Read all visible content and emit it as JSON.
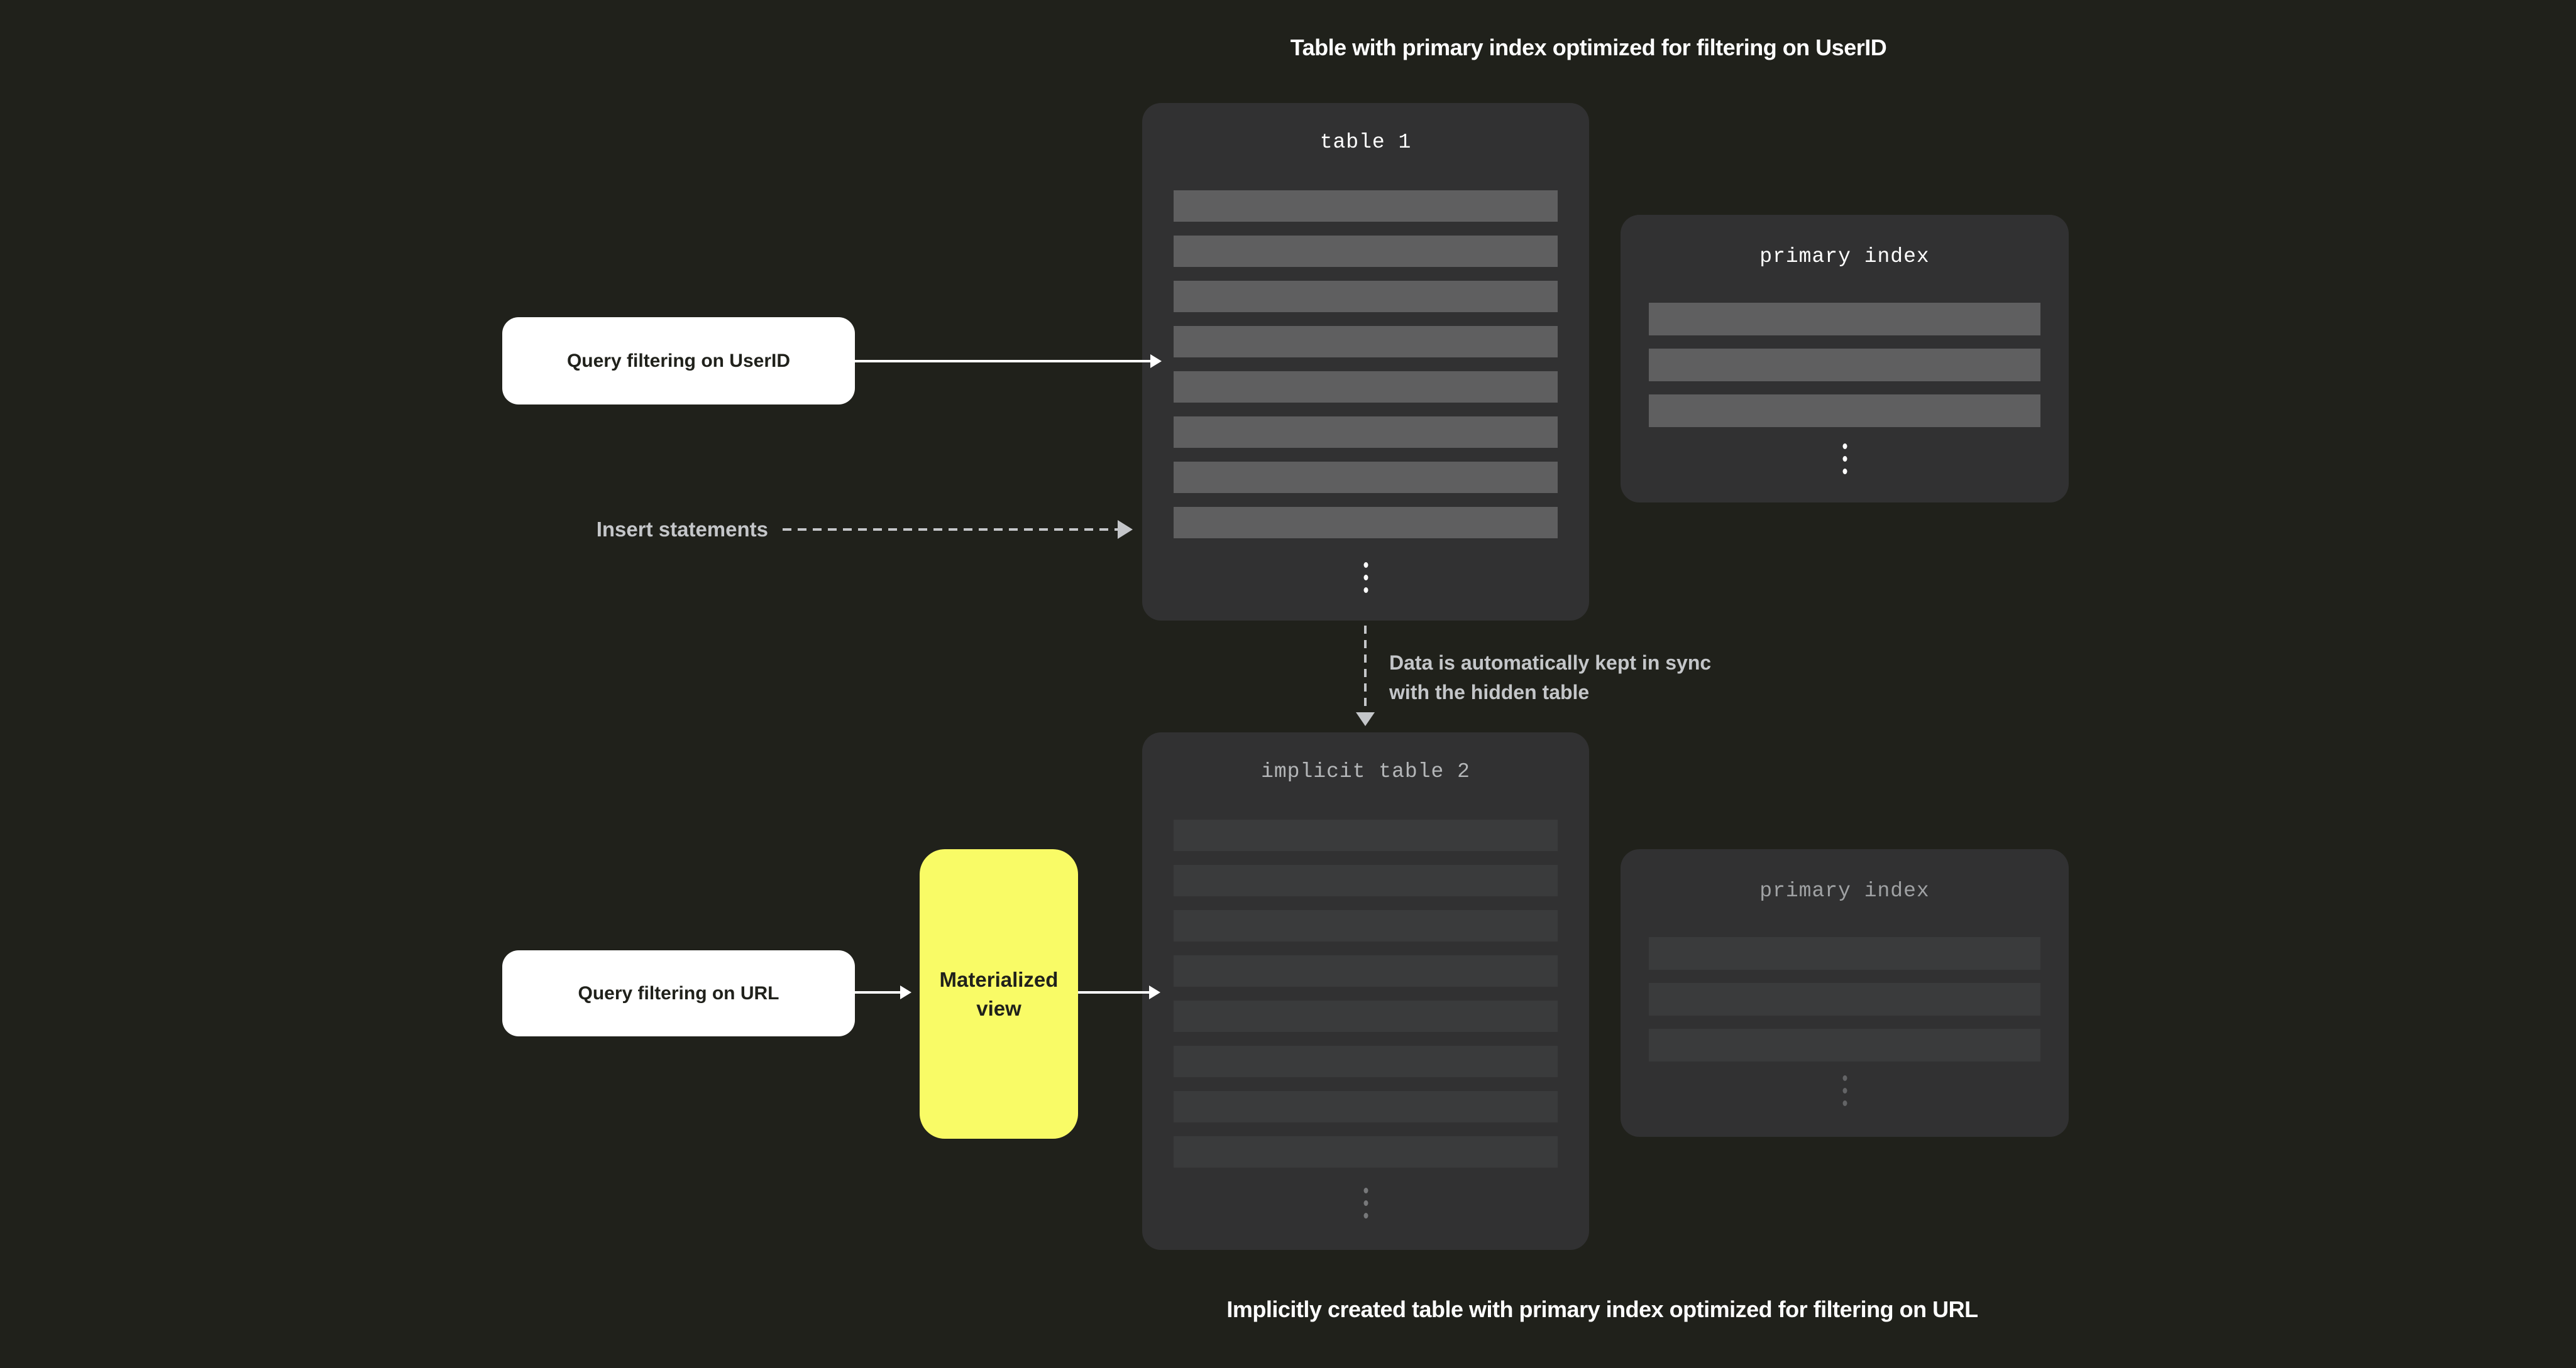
{
  "captions": {
    "top": "Table with primary index optimized for filtering on UserID",
    "bottom": "Implicitly created table with primary index optimized for filtering on URL"
  },
  "table1": {
    "title": "table 1",
    "row_count": 8
  },
  "primary_index_top": {
    "title": "primary index",
    "row_count": 3
  },
  "table2": {
    "title": "implicit table 2",
    "row_count": 8
  },
  "primary_index_bottom": {
    "title": "primary index",
    "row_count": 3
  },
  "query_userid": {
    "label": "Query filtering on UserID"
  },
  "query_url": {
    "label": "Query filtering on URL"
  },
  "materialized_view": {
    "label": "Materialized view"
  },
  "annotations": {
    "insert": "Insert statements",
    "sync_line1": "Data is automatically kept in sync",
    "sync_line2": "with the hidden table"
  },
  "colors": {
    "background": "#20211b",
    "panel": "#313132",
    "row_bright": "#5f5f60",
    "row_dim": "#3a3b3c",
    "accent_yellow": "#f9fb66",
    "label_gray": "#c4c6c9",
    "white": "#ffffff"
  }
}
